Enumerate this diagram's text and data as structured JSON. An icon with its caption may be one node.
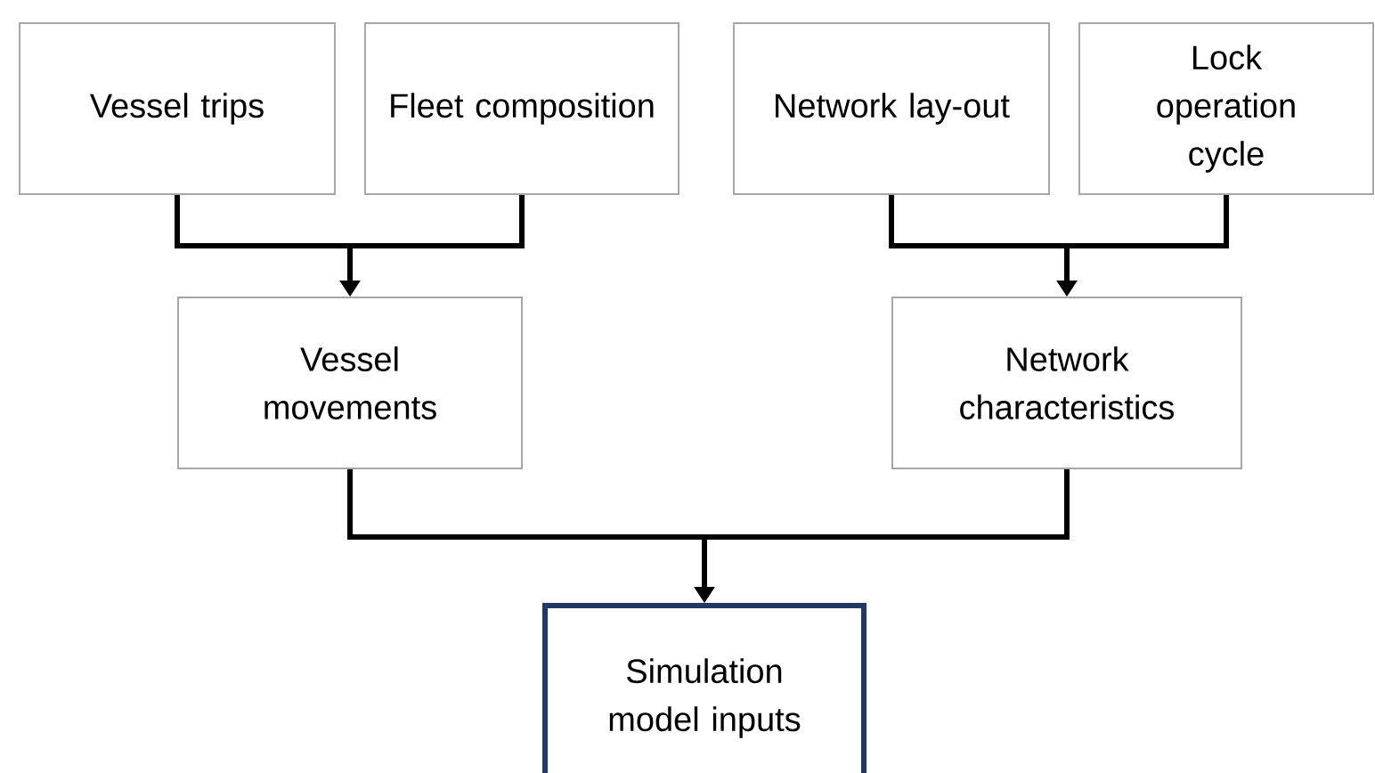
{
  "diagram": {
    "nodes": [
      {
        "text": [
          "Vessel trips"
        ]
      },
      {
        "text": [
          "Fleet composition"
        ]
      },
      {
        "text": [
          "Network lay-out"
        ]
      },
      {
        "text": [
          "Lock operation cycle"
        ]
      },
      {
        "text": [
          "Vessel movements"
        ]
      },
      {
        "text": [
          "Network characteristics"
        ]
      },
      {
        "text": [
          "Simulation model inputs"
        ]
      }
    ],
    "edges": [
      {
        "from": 0,
        "to": 4,
        "arrow": "to"
      },
      {
        "from": 1,
        "to": 4,
        "arrow": "to"
      },
      {
        "from": 2,
        "to": 5,
        "arrow": "to"
      },
      {
        "from": 3,
        "to": 5,
        "arrow": "to"
      },
      {
        "from": 4,
        "to": 6,
        "arrow": "to"
      },
      {
        "from": 5,
        "to": 6,
        "arrow": "to"
      }
    ]
  }
}
